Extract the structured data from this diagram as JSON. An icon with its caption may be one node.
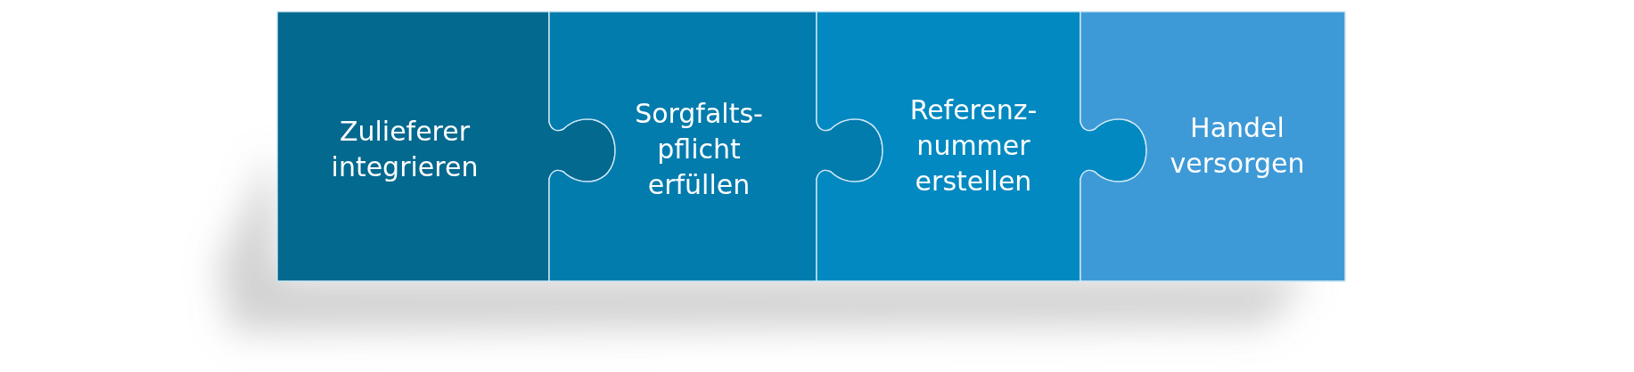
{
  "diagram": {
    "nodes": [
      {
        "text": [
          "Zulieferer integrieren"
        ]
      },
      {
        "text": [
          "Sorgfalts- pflicht erfüllen"
        ]
      },
      {
        "text": [
          "Referenz- nummer erstellen"
        ]
      },
      {
        "text": [
          "Handel versorgen"
        ]
      }
    ]
  }
}
